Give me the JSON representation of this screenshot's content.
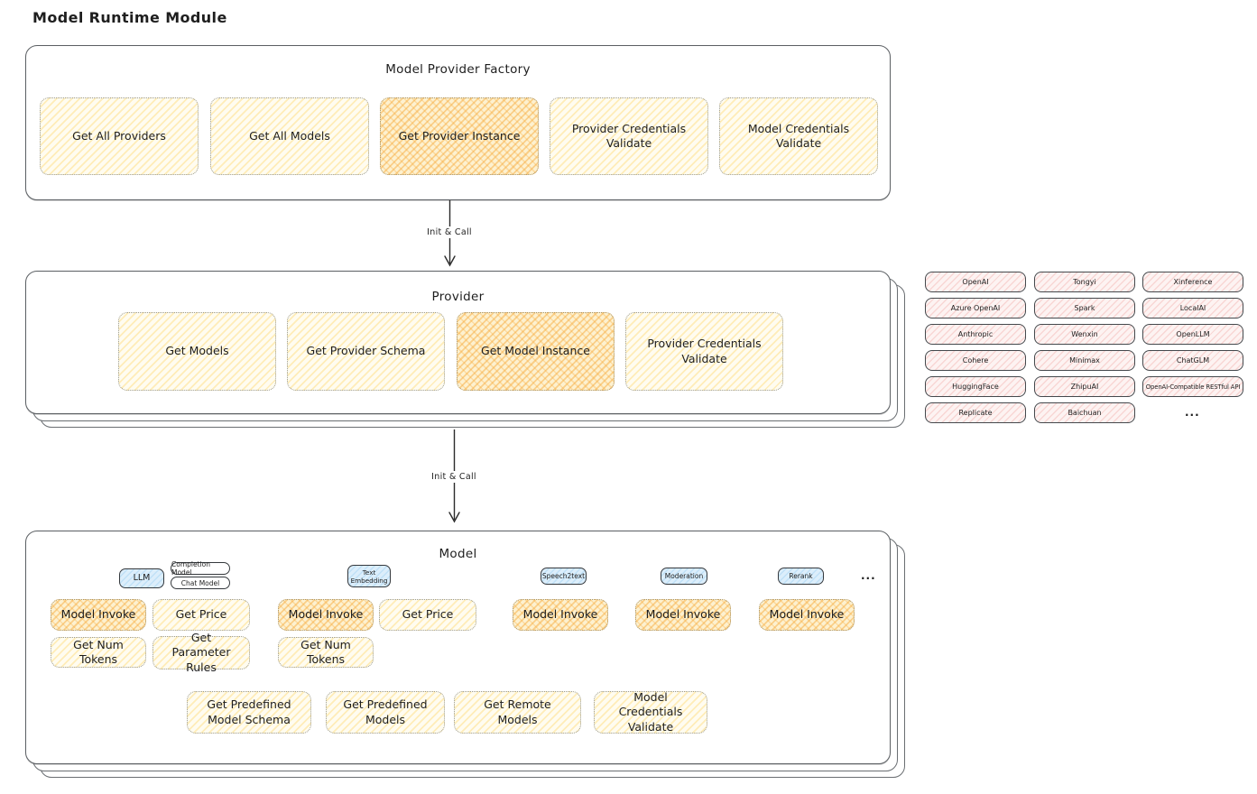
{
  "page_title": "Model Runtime Module",
  "colors": {
    "yellow_fill": "#fff9e0",
    "orange_fill": "#fbe7bb",
    "pink_fill": "#fdeeed",
    "blue_fill": "#d9edfb",
    "stroke": "#1e1e1e"
  },
  "factory": {
    "title": "Model Provider Factory",
    "buttons": [
      {
        "label": "Get All Providers",
        "highlight": false
      },
      {
        "label": "Get All Models",
        "highlight": false
      },
      {
        "label": "Get Provider Instance",
        "highlight": true
      },
      {
        "label": "Provider Credentials Validate",
        "highlight": false
      },
      {
        "label": "Model Credentials Validate",
        "highlight": false
      }
    ]
  },
  "arrow_factory_provider": {
    "label": "Init & Call"
  },
  "provider": {
    "title": "Provider",
    "buttons": [
      {
        "label": "Get Models",
        "highlight": false
      },
      {
        "label": "Get Provider Schema",
        "highlight": false
      },
      {
        "label": "Get Model Instance",
        "highlight": true
      },
      {
        "label": "Provider Credentials Validate",
        "highlight": false
      }
    ]
  },
  "provider_list": {
    "items": [
      "OpenAI",
      "Tongyi",
      "Xinference",
      "Azure OpenAI",
      "Spark",
      "LocalAI",
      "Anthropic",
      "Wenxin",
      "OpenLLM",
      "Cohere",
      "Minimax",
      "ChatGLM",
      "HuggingFace",
      "ZhipuAI",
      "OpenAI-Compatible RESTful API",
      "Replicate",
      "Baichuan"
    ],
    "more": "..."
  },
  "arrow_provider_model": {
    "label": "Init & Call"
  },
  "model": {
    "title": "Model",
    "llm": {
      "tag": "LLM",
      "subtags": [
        "Completion Model",
        "Chat Model"
      ],
      "buttons": [
        "Model Invoke",
        "Get Price",
        "Get Num Tokens",
        "Get Parameter Rules"
      ]
    },
    "text_embedding": {
      "tag": "Text Embedding",
      "buttons": [
        "Model Invoke",
        "Get Price",
        "Get Num Tokens"
      ]
    },
    "speech2text": {
      "tag": "Speech2text",
      "buttons": [
        "Model Invoke"
      ]
    },
    "moderation": {
      "tag": "Moderation",
      "buttons": [
        "Model Invoke"
      ]
    },
    "rerank": {
      "tag": "Rerank",
      "buttons": [
        "Model Invoke"
      ]
    },
    "more": "...",
    "bottom_buttons": [
      "Get Predefined Model Schema",
      "Get Predefined Models",
      "Get Remote Models",
      "Model Credentials Validate"
    ]
  }
}
